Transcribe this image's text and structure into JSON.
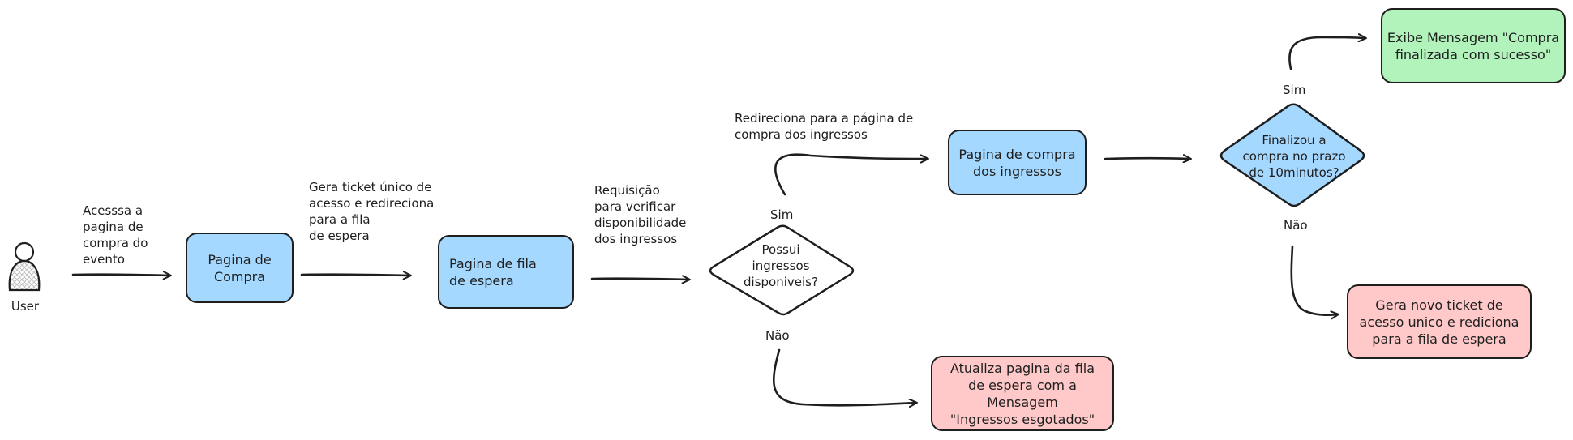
{
  "actor": {
    "label": "User",
    "icon": "user-icon"
  },
  "nodes": {
    "pagina_compra": "Pagina de\nCompra",
    "pagina_fila": "Pagina de fila\nde espera",
    "decisao_ingressos": "Possui\ningressos\ndisponiveis?",
    "pagina_compra_ingressos": "Pagina de compra\ndos ingressos",
    "decisao_prazo": "Finalizou a\ncompra no prazo\nde 10minutos?",
    "mensagem_sucesso": "Exibe Mensagem \"Compra\nfinalizada com sucesso\"",
    "novo_ticket": "Gera novo ticket de\nacesso unico e rediciona\npara a fila de espera",
    "esgotados": "Atualiza pagina da fila\nde espera com a\nMensagem\n\"Ingressos esgotados\""
  },
  "edge_labels": {
    "acessa": "Acesssa a\npagina de\ncompra do\nevento",
    "gera_ticket": "Gera ticket único de\nacesso e redireciona\npara a fila\nde espera",
    "requisicao": "Requisição\npara verificar\ndisponibilidade\ndos ingressos",
    "redireciona": "Redireciona para a página de\ncompra dos ingressos",
    "sim_1": "Sim",
    "nao_1": "Não",
    "sim_2": "Sim",
    "nao_2": "Não"
  },
  "colors": {
    "stroke": "#1e1e1e",
    "blue_fill": "#a5d8ff",
    "red_fill": "#ffc9c9",
    "green_fill": "#b2f2bb",
    "actor_hatch": "#bfbfbf"
  }
}
